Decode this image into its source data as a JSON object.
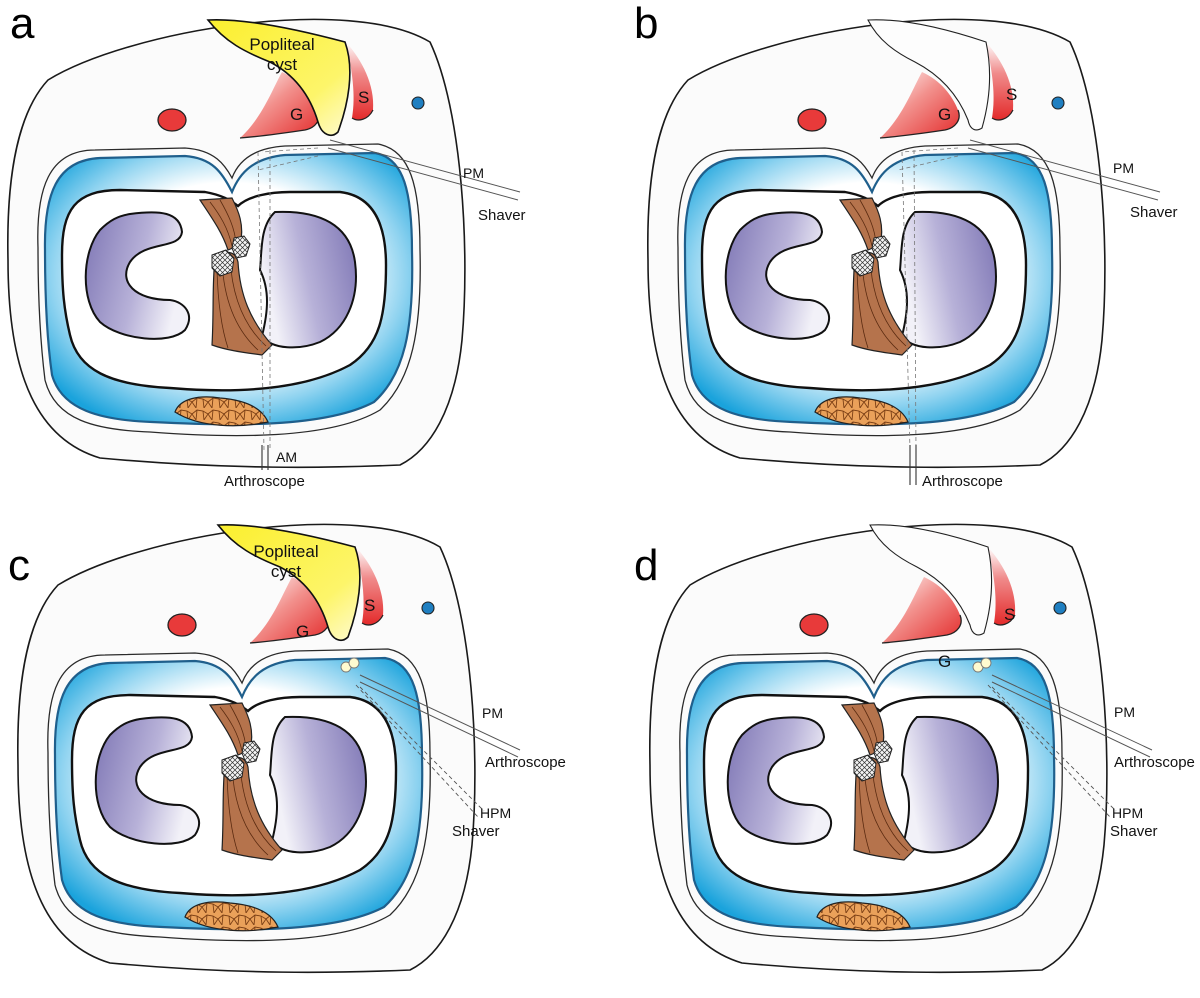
{
  "panels": [
    {
      "letter": "a",
      "cyst": true,
      "cyst_label": [
        "Popliteal",
        "cyst"
      ],
      "muscle_labels": {
        "gastrocnemius": "G",
        "semimembranosus": "S"
      },
      "instruments": {
        "portal_top": "PM",
        "top_tool": "Shaver",
        "portal_bottom": "AM",
        "bottom_tool": "Arthroscope"
      }
    },
    {
      "letter": "b",
      "cyst": false,
      "muscle_labels": {
        "gastrocnemius": "G",
        "semimembranosus": "S"
      },
      "instruments": {
        "portal_top": "PM",
        "top_tool": "Shaver",
        "bottom_tool": "Arthroscope"
      }
    },
    {
      "letter": "c",
      "cyst": true,
      "cyst_label": [
        "Popliteal",
        "cyst"
      ],
      "muscle_labels": {
        "gastrocnemius": "G",
        "semimembranosus": "S"
      },
      "instruments": {
        "portal_1": "PM",
        "tool_1": "Arthroscope",
        "portal_2": "HPM",
        "tool_2": "Shaver"
      }
    },
    {
      "letter": "d",
      "cyst": false,
      "muscle_labels": {
        "gastrocnemius": "G",
        "semimembranosus": "S"
      },
      "instruments": {
        "portal_1": "PM",
        "tool_1": "Arthroscope",
        "portal_2": "HPM",
        "tool_2": "Shaver"
      }
    }
  ],
  "colors": {
    "outline": "#1a1a1a",
    "skin": "#fbfbfb",
    "capsule_blue": "#19a4dc",
    "menisci": "#8a82bd",
    "ligament": "#b5734c",
    "fat_pad": "#e59a52",
    "artery": "#e83a3a",
    "vein": "#1f7fc1",
    "muscle_red": "#e23a3a",
    "cyst_yellow": "#fbf332"
  }
}
